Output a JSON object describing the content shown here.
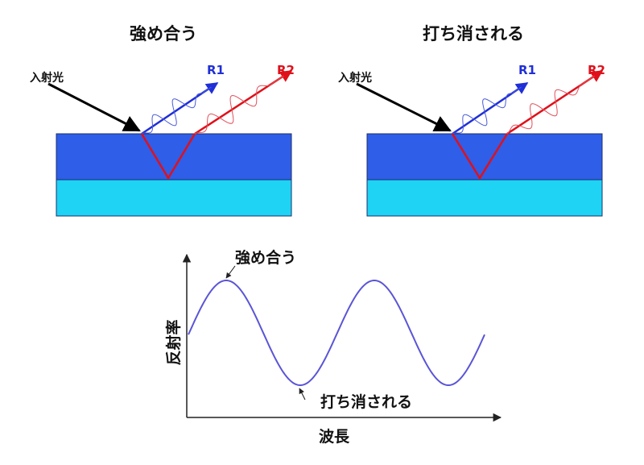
{
  "left_panel": {
    "title": "強め合う",
    "incident_label": "入射光",
    "r1_label": "R1",
    "r2_label": "R2"
  },
  "right_panel": {
    "title": "打ち消される",
    "incident_label": "入射光",
    "r1_label": "R1",
    "r2_label": "R2"
  },
  "graph": {
    "ylabel": "反射率",
    "xlabel": "波長",
    "peak_annotation": "強め合う",
    "trough_annotation": "打ち消される"
  },
  "colors": {
    "film_layer": "#2f5ee8",
    "substrate_layer": "#1fd3f5",
    "layer_border": "#1e2f6a",
    "incident_ray": "#000000",
    "r1_ray": "#1f2fd8",
    "r2_ray": "#e0101a",
    "curve": "#5a55d6"
  }
}
